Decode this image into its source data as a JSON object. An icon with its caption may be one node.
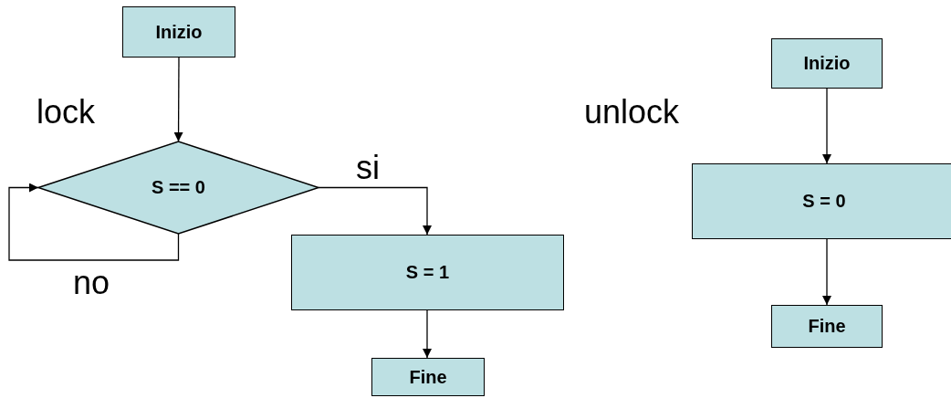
{
  "diagram": {
    "nodes": [
      {
        "text": [
          "Inizio"
        ]
      },
      {
        "text": [
          "S == 0"
        ]
      },
      {
        "text": [
          "S = 1"
        ]
      },
      {
        "text": [
          "Fine"
        ]
      },
      {
        "text": [
          "Inizio"
        ]
      },
      {
        "text": [
          "S = 0"
        ]
      },
      {
        "text": [
          "Fine"
        ]
      }
    ],
    "edges": [
      {
        "from": 0,
        "to": 1,
        "arrow": "to"
      },
      {
        "from": 1,
        "to": 1,
        "arrow": "to",
        "label": "no"
      },
      {
        "from": 1,
        "to": 2,
        "arrow": "to",
        "label": "si"
      },
      {
        "from": 2,
        "to": 3,
        "arrow": "to"
      },
      {
        "from": 4,
        "to": 5,
        "arrow": "to"
      },
      {
        "from": 5,
        "to": 6,
        "arrow": "to"
      }
    ],
    "labels": [
      "lock",
      "unlock"
    ]
  }
}
